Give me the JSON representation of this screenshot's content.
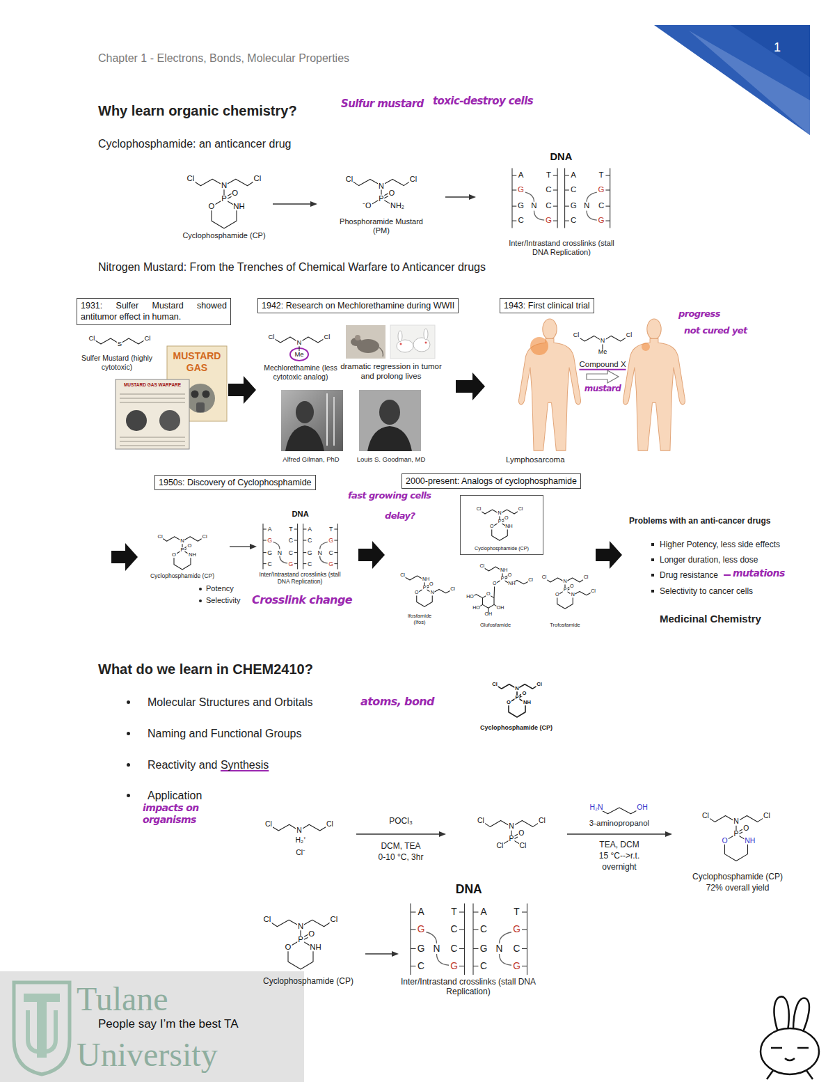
{
  "diagram": {
    "title": "Chapter 1 - Electrons, Bonds, Molecular Properties",
    "nodes": [
      {
        "text": [
          "1"
        ]
      },
      {
        "text": [
          "1931: Sulfer Mustard showed antitumor effect in human."
        ]
      },
      {
        "text": [
          "1942: Research on Mechlorethamine during WWII"
        ]
      },
      {
        "text": [
          "1943: First clinical trial"
        ]
      },
      {
        "text": [
          "1950s: Discovery of Cyclophosphamide"
        ]
      },
      {
        "text": [
          "2000-present: Analogs of cyclophosphamide"
        ]
      },
      {
        "text": [
          "Cyclophosphamide (CP)"
        ]
      },
      {
        "text": [
          "Tulane University",
          "People say I’m the best TA"
        ]
      }
    ],
    "labels": [
      "Why learn organic chemistry?",
      "Sulfur mustard",
      "toxic-destroy cells",
      "Cyclophosphamide: an anticancer drug",
      "Cl",
      "N",
      "Cl",
      "P",
      "O",
      "O",
      "NH",
      "Cyclophosphamide (CP)",
      "Cl",
      "N",
      "Cl",
      "P",
      "O",
      "⁻O",
      "NH₂",
      "Phosphoramide Mustard (PM)",
      "DNA",
      "A",
      "T",
      "A",
      "T",
      "G",
      "C",
      "C",
      "G",
      "G",
      "N",
      "C",
      "G",
      "N",
      "C",
      "C",
      "G",
      "C",
      "G",
      "Inter/Intrastand crosslinks (stall DNA Replication)",
      "Nitrogen Mustard: From the Trenches of Chemical Warfare to Anticancer drugs",
      "Cl",
      "S",
      "Cl",
      "Sulfer Mustard (highly cytotoxic)",
      "MUSTARD GAS",
      "MUSTARD GAS WARFARE",
      "Cl",
      "N",
      "Cl",
      "Me",
      "Mechlorethamine (less cytotoxic analog)",
      "dramatic regression in tumor and prolong lives",
      "Alfred Gilman, PhD",
      "Louis S. Goodman, MD",
      "Cl",
      "N",
      "Cl",
      "Me",
      "Compound X",
      "mustard",
      "progress",
      "not cured yet",
      "Lymphosarcoma",
      "Cl",
      "N",
      "Cl",
      "P",
      "O",
      "O",
      "NH",
      "Cyclophosphamide (CP)",
      "Potency",
      "Selectivity",
      "DNA",
      "A",
      "T",
      "A",
      "T",
      "G",
      "C",
      "C",
      "G",
      "G",
      "N",
      "C",
      "G",
      "N",
      "C",
      "C",
      "G",
      "C",
      "G",
      "Inter/Intrastand crosslinks (stall DNA Replication)",
      "Crosslink change",
      "fast growing cells",
      "delay?",
      "Cl",
      "N",
      "Cl",
      "P",
      "O",
      "O",
      "NH",
      "Cl",
      "NH",
      "P",
      "O",
      "O",
      "N",
      "Cl",
      "Ifosfamide (Ifos)",
      "Cl",
      "NH",
      "P",
      "O",
      "NH",
      "Cl",
      "O",
      "O",
      "HO",
      "HO",
      "OH",
      "OH",
      "Glufosfamide",
      "Cl",
      "N",
      "Cl",
      "P",
      "O",
      "O",
      "N",
      "Cl",
      "Trofosfamide",
      "Problems with an anti-cancer drugs",
      "Higher Potency, less side effects",
      "Longer duration, less dose",
      "Drug resistance",
      "Selectivity to cancer cells",
      "mutations",
      "Medicinal Chemistry",
      "What do we learn in CHEM2410?",
      "Molecular Structures and Orbitals",
      "Naming and Functional Groups",
      "Reactivity and Synthesis",
      "Application",
      "atoms, bond",
      "impacts on organisms",
      "Cl",
      "N",
      "Cl",
      "P",
      "O",
      "O",
      "NH",
      "Cyclophosphamide (CP)",
      "Cl",
      "N",
      "Cl",
      "H₂⁺",
      "Cl⁻",
      "POCl₃",
      "DCM, TEA",
      "0-10 °C, 3hr",
      "Cl",
      "N",
      "Cl",
      "P",
      "O",
      "Cl",
      "Cl",
      "H₂N",
      "OH",
      "3-aminopropanol",
      "TEA, DCM",
      "15 °C-->r.t.",
      "overnight",
      "Cl",
      "N",
      "Cl",
      "P",
      "O",
      "O",
      "NH",
      "Cyclophosphamide (CP)",
      "72% overall yield",
      "Cl",
      "N",
      "Cl",
      "P",
      "O",
      "O",
      "NH",
      "Cyclophosphamide (CP)",
      "DNA",
      "A",
      "T",
      "A",
      "T",
      "G",
      "C",
      "C",
      "G",
      "G",
      "N",
      "C",
      "G",
      "N",
      "C",
      "C",
      "G",
      "C",
      "G",
      "Inter/Intrastand crosslinks (stall DNA Replication)"
    ]
  }
}
